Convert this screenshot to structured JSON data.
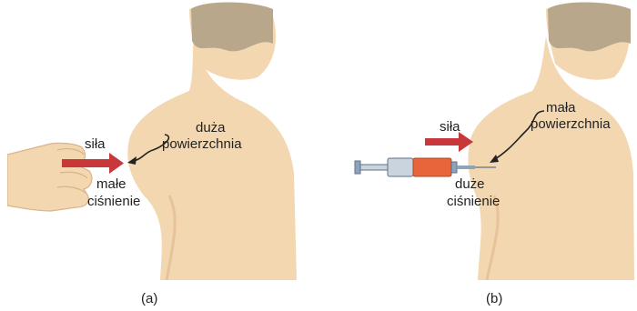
{
  "panel_a": {
    "force_label": "siła",
    "area_label_line1": "duża",
    "area_label_line2": "powierzchnia",
    "pressure_label_line1": "małe",
    "pressure_label_line2": "ciśnienie",
    "caption": "(a)"
  },
  "panel_b": {
    "force_label": "siła",
    "area_label_line1": "mała",
    "area_label_line2": "powierzchnia",
    "pressure_label_line1": "duże",
    "pressure_label_line2": "ciśnienie",
    "caption": "(b)"
  },
  "colors": {
    "skin": "#f3d7b0",
    "skin_shadow": "#e6c39a",
    "hair": "#b9a78c",
    "arrow": "#c8383a",
    "syringe_body": "#e8643a",
    "syringe_metal": "#8fa3b8"
  }
}
